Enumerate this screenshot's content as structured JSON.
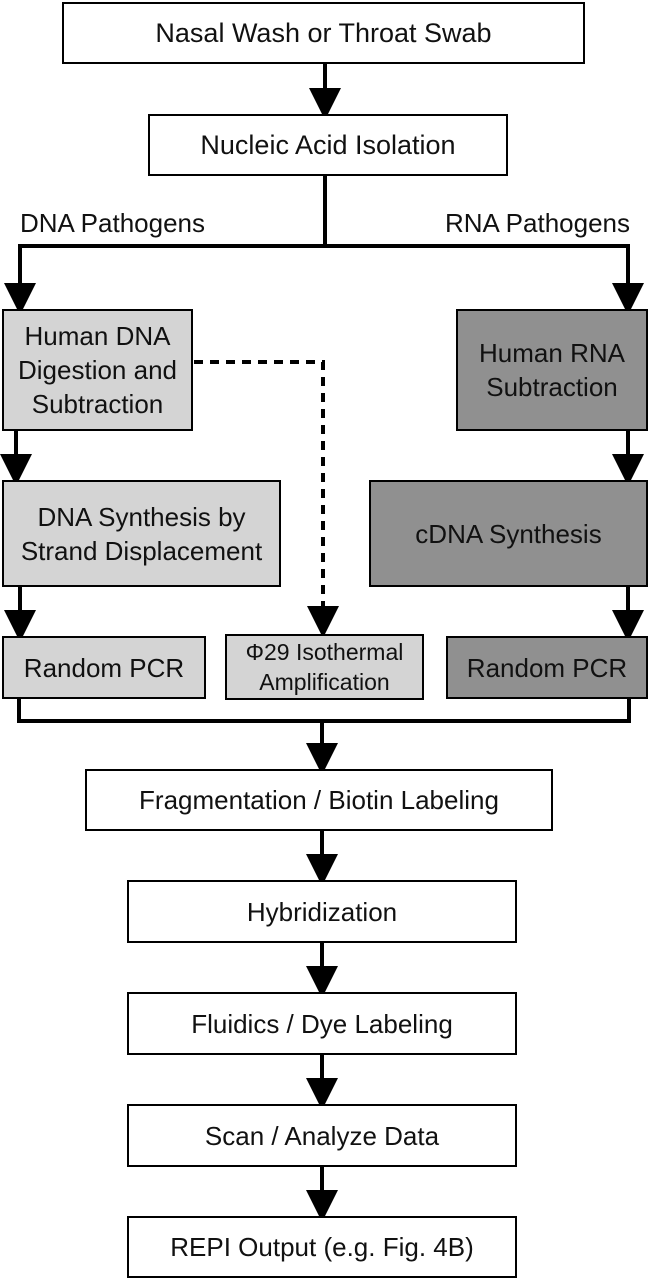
{
  "steps": {
    "sample": "Nasal Wash or Throat Swab",
    "isolation": "Nucleic Acid Isolation",
    "fragmentation": "Fragmentation / Biotin Labeling",
    "hybridization": "Hybridization",
    "fluidics": "Fluidics / Dye Labeling",
    "scan": "Scan / Analyze Data",
    "output": "REPI Output  (e.g. Fig. 4B)"
  },
  "dna_branch": {
    "label": "DNA Pathogens",
    "digestion": "Human DNA\nDigestion and\nSubtraction",
    "synthesis": "DNA Synthesis by\nStrand Displacement",
    "pcr": "Random PCR"
  },
  "phi29": {
    "text": "Φ29 Isothermal\nAmplification"
  },
  "rna_branch": {
    "label": "RNA Pathogens",
    "subtraction": "Human RNA\nSubtraction",
    "synthesis": "cDNA Synthesis",
    "pcr": "Random PCR"
  },
  "colors": {
    "dna_fill": "#d4d4d4",
    "rna_fill": "#909090",
    "main_fill": "#ffffff",
    "line": "#000000"
  }
}
